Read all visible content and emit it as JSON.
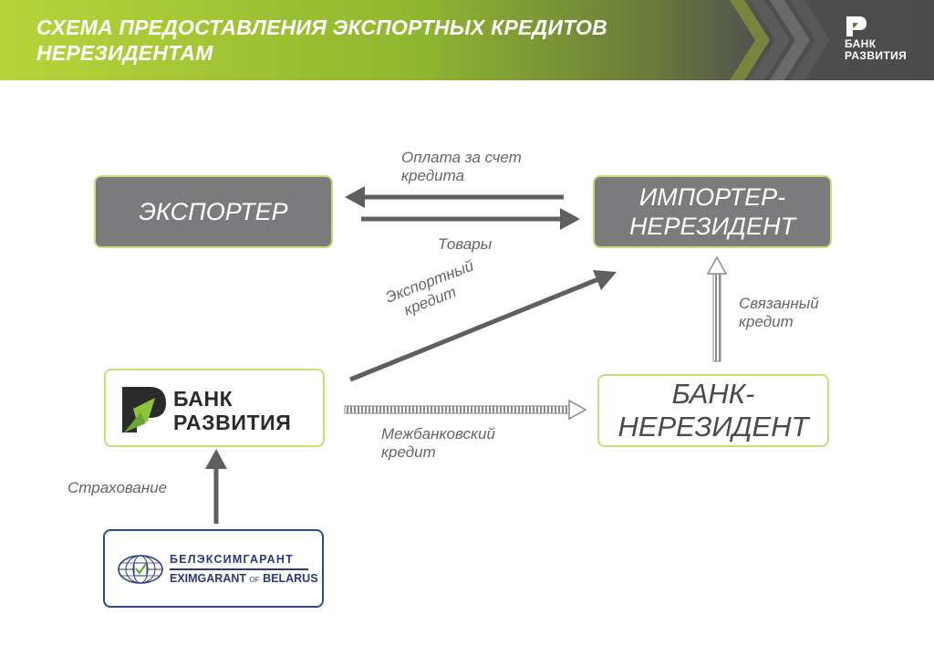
{
  "header": {
    "title_lines": [
      "СХЕМА ПРЕДОСТАВЛЕНИЯ ЭКСПОРТНЫХ КРЕДИТОВ",
      "НЕРЕЗИДЕНТАМ"
    ],
    "brand_lines": [
      "БАНК",
      "РАЗВИТИЯ"
    ]
  },
  "nodes": {
    "exporter": {
      "lines": [
        "ЭКСПОРТЕР"
      ]
    },
    "importer": {
      "lines": [
        "ИМПОРТЕР-",
        "НЕРЕЗИДЕНТ"
      ]
    },
    "bank_development": {
      "logo_lines": [
        "БАНК",
        "РАЗВИТИЯ"
      ]
    },
    "bank_nonresident": {
      "lines": [
        "БАНК-",
        "НЕРЕЗИДЕНТ"
      ]
    },
    "eximgarant": {
      "line1": "БЕЛЭКСИМГАРАНТ",
      "line2_main": "EXIMGARANT",
      "line2_small": "OF",
      "line2_end": "BELARUS"
    }
  },
  "edges": {
    "payment": {
      "lines": [
        "Оплата за счет",
        "кредита"
      ]
    },
    "goods": {
      "lines": [
        "Товары"
      ]
    },
    "export_credit": {
      "lines": [
        "Экспортный",
        "кредит"
      ]
    },
    "tied_credit": {
      "lines": [
        "Связанный",
        "кредит"
      ]
    },
    "interbank_credit": {
      "lines": [
        "Межбанковский",
        "кредит"
      ]
    },
    "insurance": {
      "lines": [
        "Страхование"
      ]
    }
  },
  "colors": {
    "accent_green": "#b7d43a",
    "box_gray": "#7b7b7d",
    "box_border": "#c8dc7a",
    "arrow": "#5f5f61",
    "exim_blue": "#2a3a7a"
  }
}
